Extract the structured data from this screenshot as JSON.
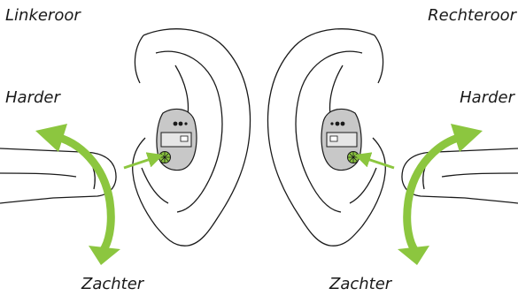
{
  "labels": {
    "left_ear": "Linkeroor",
    "right_ear": "Rechteroor",
    "left_louder": "Harder",
    "right_louder": "Harder",
    "left_softer": "Zachter",
    "right_softer": "Zachter"
  },
  "colors": {
    "arrow_green": "#8cc63f",
    "line": "#1a1a1a",
    "device_body": "#bdbdbd",
    "wheel": "#8cc63f"
  },
  "icons": {
    "left_device": "hearing-aid-icon",
    "right_device": "hearing-aid-icon",
    "volume_wheel": "volume-wheel-icon"
  }
}
